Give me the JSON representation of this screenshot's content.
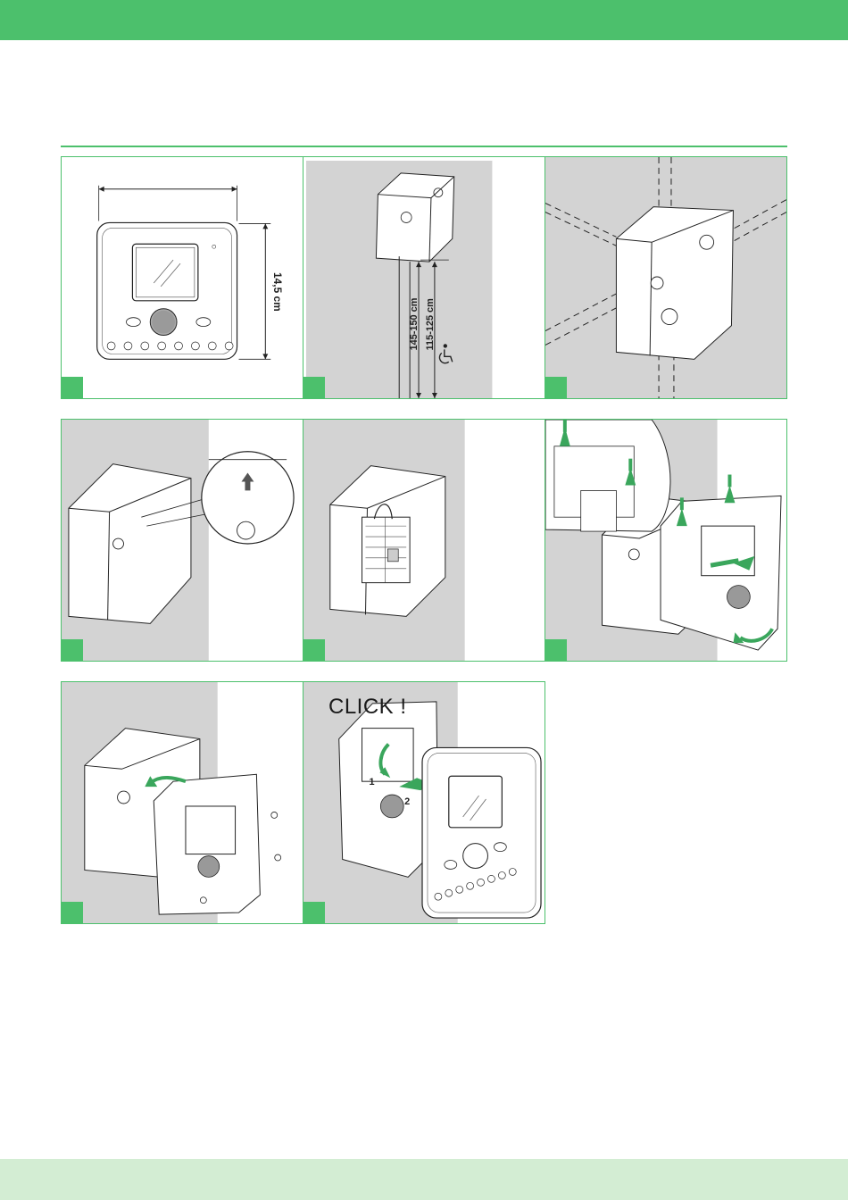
{
  "figure": {
    "dimension_height": "14,5 cm",
    "height_standard": "145-150 cm",
    "height_accessible": "115-125 cm",
    "click_label": "CLICK !",
    "step_1": "1",
    "step_2": "2"
  },
  "icons": {
    "accessibility": "wheelchair-icon",
    "arrow": "up-arrow-icon"
  },
  "colors": {
    "accent": "#4cc06c",
    "band_light": "#d3edd3",
    "wall": "#d3d3d3"
  }
}
